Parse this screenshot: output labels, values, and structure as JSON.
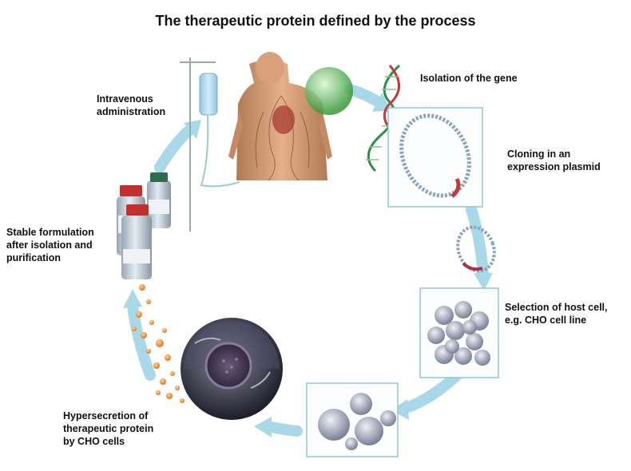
{
  "title": "The therapeutic protein defined by the process",
  "steps": {
    "isolation": "Isolation of the gene",
    "cloning": [
      "Cloning in an",
      "expression plasmid"
    ],
    "selection": [
      "Selection of host cell,",
      "e.g. CHO cell line"
    ],
    "hypersecretion": [
      "Hypersecretion of",
      "therapeutic protein",
      "by CHO cells"
    ],
    "formulation": [
      "Stable formulation",
      "after isolation and",
      "purification"
    ],
    "administration": [
      "Intravenous",
      "administration"
    ]
  }
}
